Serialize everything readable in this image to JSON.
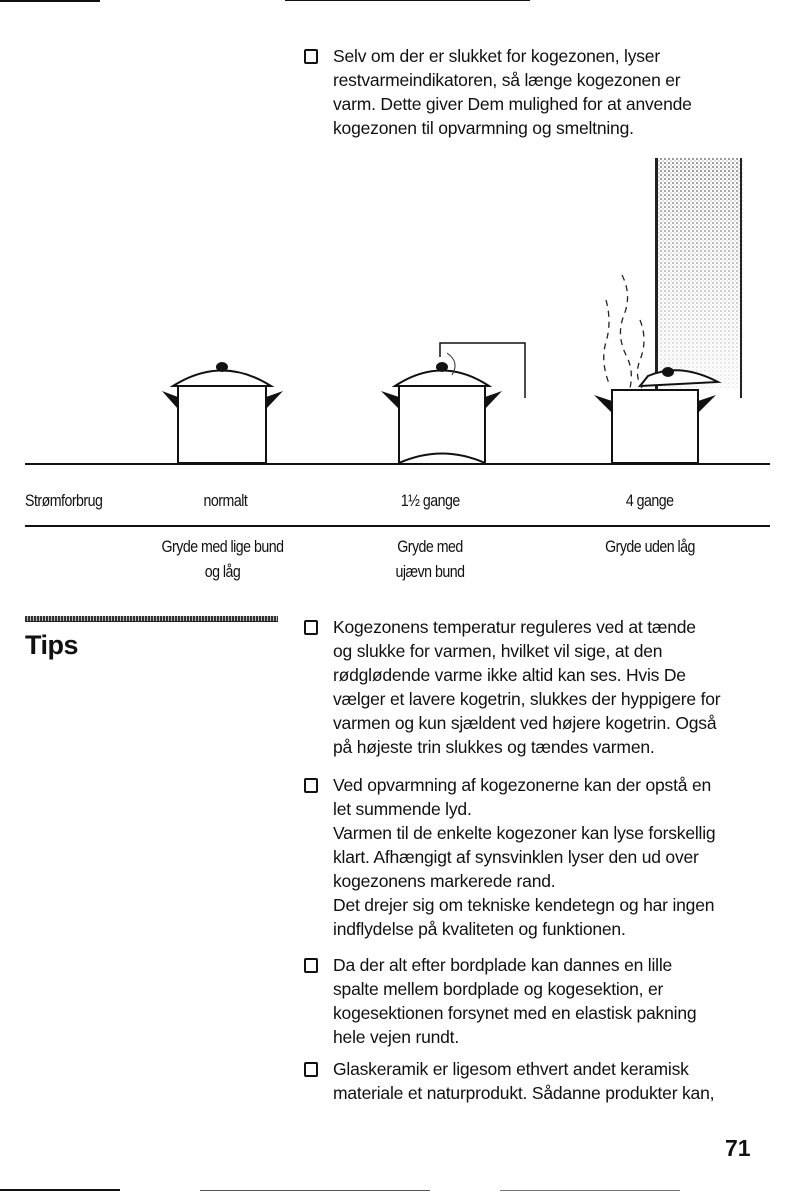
{
  "intro_bullet": {
    "lines": [
      "Selv om der er slukket for kogezonen, lyser",
      "restvarmeindikatoren, så længe kogezonen er",
      "varm. Dette giver Dem mulighed for at anvende",
      "kogezonen til opvarmning og smeltning."
    ]
  },
  "table": {
    "row_label": "Strømforbrug",
    "columns": [
      {
        "consumption": "normalt",
        "caption_lines": [
          "Gryde med lige bund",
          "og låg"
        ]
      },
      {
        "consumption": "1½ gange",
        "caption_lines": [
          "Gryde med",
          "ujævn bund"
        ]
      },
      {
        "consumption": "4 gange",
        "caption_lines": [
          "Gryde uden låg"
        ]
      }
    ]
  },
  "tips": {
    "heading": "Tips",
    "bullets": [
      {
        "lines": [
          "Kogezonens temperatur reguleres ved at tænde",
          "og slukke for varmen, hvilket vil sige, at den",
          "rødglødende varme ikke altid kan ses. Hvis De",
          "vælger et lavere kogetrin, slukkes der hyppigere for",
          "varmen og kun sjældent ved højere kogetrin. Også",
          "på højeste trin slukkes og tændes varmen."
        ]
      },
      {
        "lines": [
          "Ved opvarmning af kogezonerne kan der opstå en",
          "let summende lyd.",
          "Varmen til de enkelte kogezoner kan lyse forskellig",
          "klart. Afhængigt af synsvinklen lyser den ud over",
          "kogezonens markerede rand.",
          "Det drejer sig om tekniske kendetegn og har ingen",
          "indflydelse på kvaliteten og funktionen."
        ]
      },
      {
        "lines": [
          "Da der alt efter bordplade kan dannes en lille",
          "spalte mellem bordplade og kogesektion, er",
          "kogesektionen forsynet med en elastisk pakning",
          "hele vejen rundt."
        ]
      },
      {
        "lines": [
          "Glaskeramik er ligesom ethvert andet keramisk",
          "materiale et naturprodukt. Sådanne produkter kan,"
        ]
      }
    ]
  },
  "page_number": "71"
}
